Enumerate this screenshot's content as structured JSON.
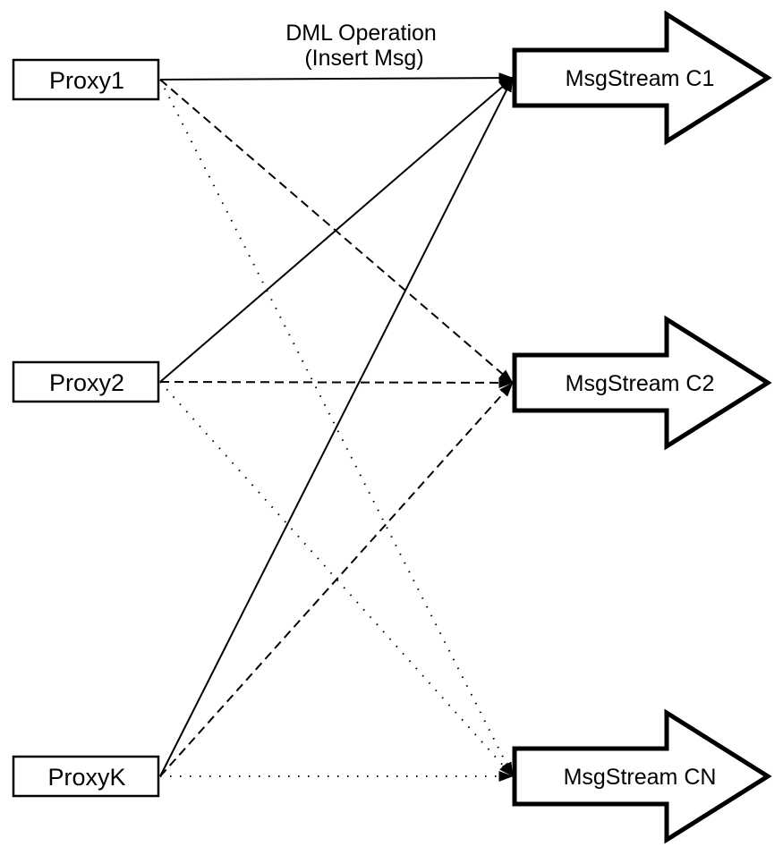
{
  "title": {
    "line1": "DML Operation",
    "line2": "(Insert Msg)"
  },
  "colors": {
    "ink": "#000000",
    "fill": "#ffffff"
  },
  "proxies": [
    {
      "id": "proxy1",
      "label": "Proxy1"
    },
    {
      "id": "proxy2",
      "label": "Proxy2"
    },
    {
      "id": "proxyk",
      "label": "ProxyK"
    }
  ],
  "streams": [
    {
      "id": "c1",
      "label": "MsgStream C1"
    },
    {
      "id": "c2",
      "label": "MsgStream C2"
    },
    {
      "id": "cn",
      "label": "MsgStream CN"
    }
  ],
  "edges": [
    {
      "from": "proxy1",
      "to": "c1",
      "style": "solid"
    },
    {
      "from": "proxy2",
      "to": "c1",
      "style": "solid"
    },
    {
      "from": "proxyk",
      "to": "c1",
      "style": "solid"
    },
    {
      "from": "proxy1",
      "to": "c2",
      "style": "dashed"
    },
    {
      "from": "proxy2",
      "to": "c2",
      "style": "dashed"
    },
    {
      "from": "proxyk",
      "to": "c2",
      "style": "dashed"
    },
    {
      "from": "proxy1",
      "to": "cn",
      "style": "dotted"
    },
    {
      "from": "proxy2",
      "to": "cn",
      "style": "dotted"
    },
    {
      "from": "proxyk",
      "to": "cn",
      "style": "dotted"
    }
  ]
}
